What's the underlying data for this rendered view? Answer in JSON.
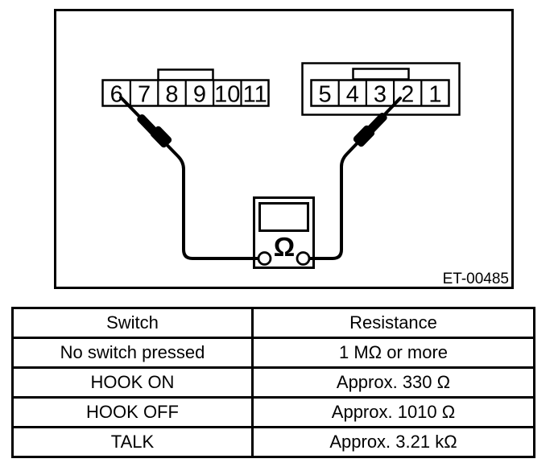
{
  "diagram": {
    "figure_id": "ET-00485",
    "left_connector": {
      "pins": [
        "6",
        "7",
        "8",
        "9",
        "10",
        "11"
      ],
      "probed_pin": "6"
    },
    "right_connector": {
      "pins": [
        "5",
        "4",
        "3",
        "2",
        "1"
      ],
      "probed_pin": "2"
    },
    "meter": {
      "symbol": "Ω",
      "meaning": "ohmmeter"
    },
    "colors": {
      "ink": "#000000",
      "background": "#ffffff"
    }
  },
  "table": {
    "headers": [
      "Switch",
      "Resistance"
    ],
    "rows": [
      {
        "switch": "No switch pressed",
        "resistance": "1 MΩ or more"
      },
      {
        "switch": "HOOK ON",
        "resistance": "Approx. 330 Ω"
      },
      {
        "switch": "HOOK OFF",
        "resistance": "Approx. 1010 Ω"
      },
      {
        "switch": "TALK",
        "resistance": "Approx. 3.21 kΩ"
      }
    ]
  }
}
